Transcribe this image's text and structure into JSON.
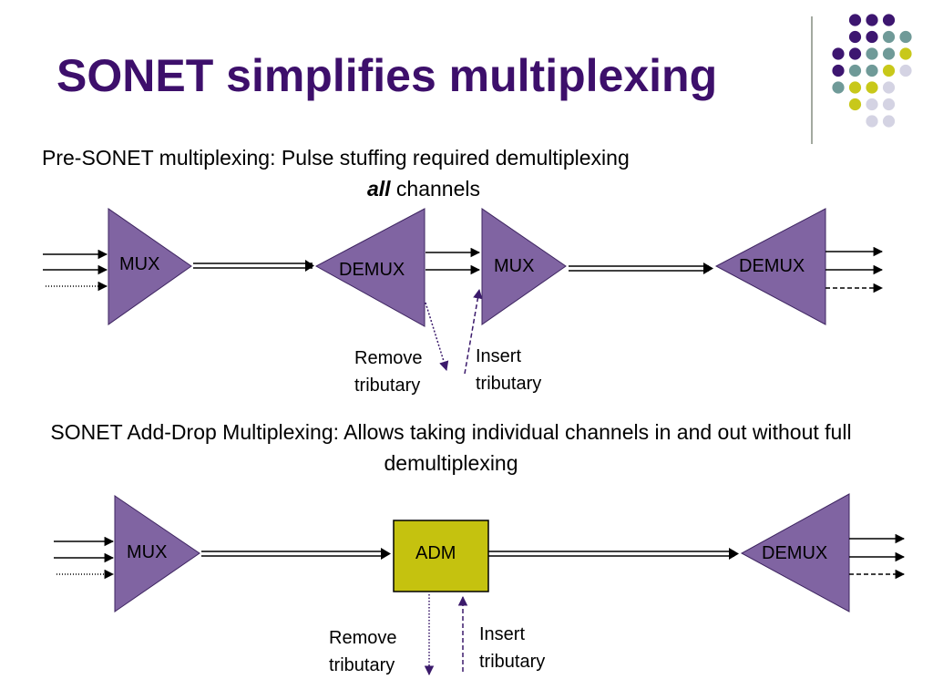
{
  "title": "SONET simplifies multiplexing",
  "pre_sonet": {
    "caption_line1": "Pre-SONET multiplexing:  Pulse stuffing required demultiplexing",
    "caption_emphasis": "all",
    "caption_line2_rest": " channels",
    "mux1_label": "MUX",
    "demux1_label": "DEMUX",
    "mux2_label": "MUX",
    "demux2_label": "DEMUX",
    "remove_label": "Remove\ntributary",
    "insert_label": "Insert\ntributary"
  },
  "sonet_adm": {
    "caption": "SONET Add-Drop Multiplexing: Allows taking individual channels in and out without full demultiplexing",
    "mux_label": "MUX",
    "adm_label": "ADM",
    "demux_label": "DEMUX",
    "remove_label": "Remove\ntributary",
    "insert_label": "Insert\ntributary"
  },
  "colors": {
    "title": "#3d0f6b",
    "triangle_fill": "#8064a2",
    "triangle_stroke": "#3d2460",
    "adm_fill": "#c5c20f",
    "dot_purple": "#3d1670",
    "dot_teal": "#6f9a98",
    "dot_yellow": "#c8c81a",
    "dot_gray": "#d4d3e3"
  }
}
